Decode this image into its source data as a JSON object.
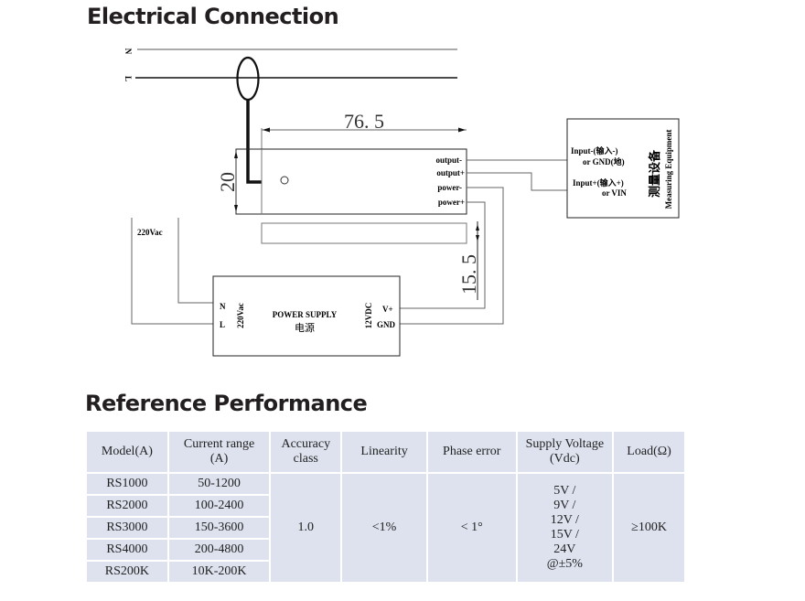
{
  "sections": {
    "electrical": "Electrical Connection",
    "performance": "Reference Performance"
  },
  "diagram": {
    "line_n": "N",
    "line_l": "L",
    "dim_length": "76. 5",
    "dim_height": "20",
    "dim_depth": "15. 5",
    "terminals": [
      "output-",
      "output+",
      "power-",
      "power+"
    ],
    "mains_label": "220Vac",
    "power_supply": {
      "in_n": "N",
      "in_l": "L",
      "in_voltage": "220Vac",
      "title": "POWER SUPPLY",
      "title_cn": "电源",
      "out_voltage": "12VDC",
      "out_pos": "V+",
      "out_gnd": "GND"
    },
    "equipment": {
      "input_neg": "Input-(输入-)",
      "input_neg_alt": "or GND(地)",
      "input_pos": "Input+(输入+)",
      "input_pos_alt": "or VIN",
      "title_cn": "测量设备",
      "title": "Measuring Equipment"
    }
  },
  "table": {
    "headers": [
      "Model(A)",
      "Current range (A)",
      "Accuracy class",
      "Linearity",
      "Phase error",
      "Supply Voltage (Vdc)",
      "Load(Ω)"
    ],
    "header_lines": {
      "current_1": "Current range",
      "current_2": "(A)",
      "accuracy_1": "Accuracy",
      "accuracy_2": "class",
      "supply_1": "Supply Voltage",
      "supply_2": "(Vdc)"
    },
    "rows": [
      {
        "model": "RS1000",
        "range": "50-1200"
      },
      {
        "model": "RS2000",
        "range": "100-2400"
      },
      {
        "model": "RS3000",
        "range": "150-3600"
      },
      {
        "model": "RS4000",
        "range": "200-4800"
      },
      {
        "model": "RS200K",
        "range": "10K-200K"
      }
    ],
    "shared": {
      "accuracy": "1.0",
      "linearity": "<1%",
      "phase_error": "< 1°",
      "supply_lines": [
        "5V /",
        "9V /",
        "12V /",
        "15V /",
        "24V",
        "@±5%"
      ],
      "load": "≥100K"
    }
  }
}
